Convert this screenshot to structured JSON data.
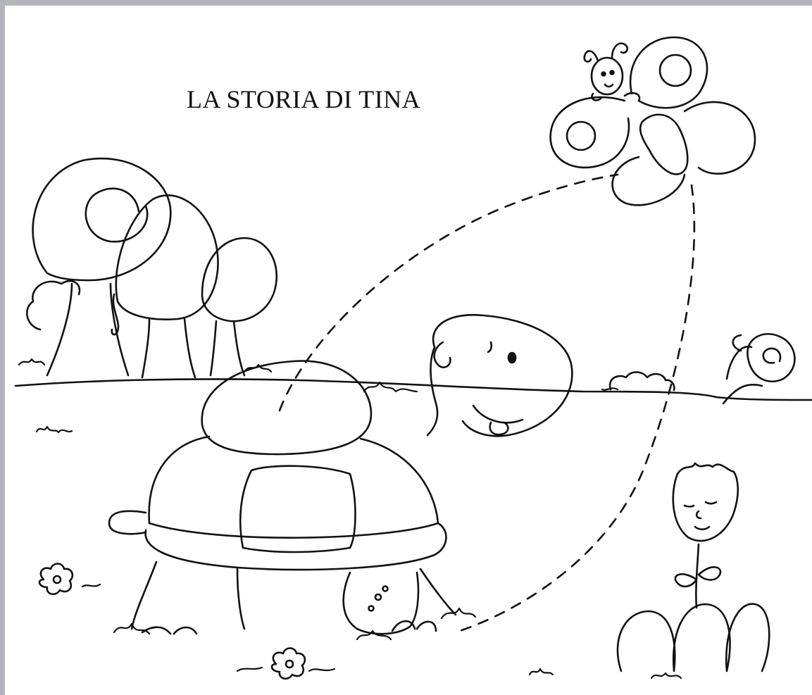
{
  "page": {
    "title": "LA STORIA DI TINA",
    "ink_color": "#111111",
    "paper_color": "#ffffff",
    "frame_color": "#b4b4bc"
  },
  "illustration": {
    "subjects": [
      "turtle",
      "butterfly",
      "tulip-flower",
      "trees",
      "snail",
      "daisies",
      "grass"
    ]
  }
}
